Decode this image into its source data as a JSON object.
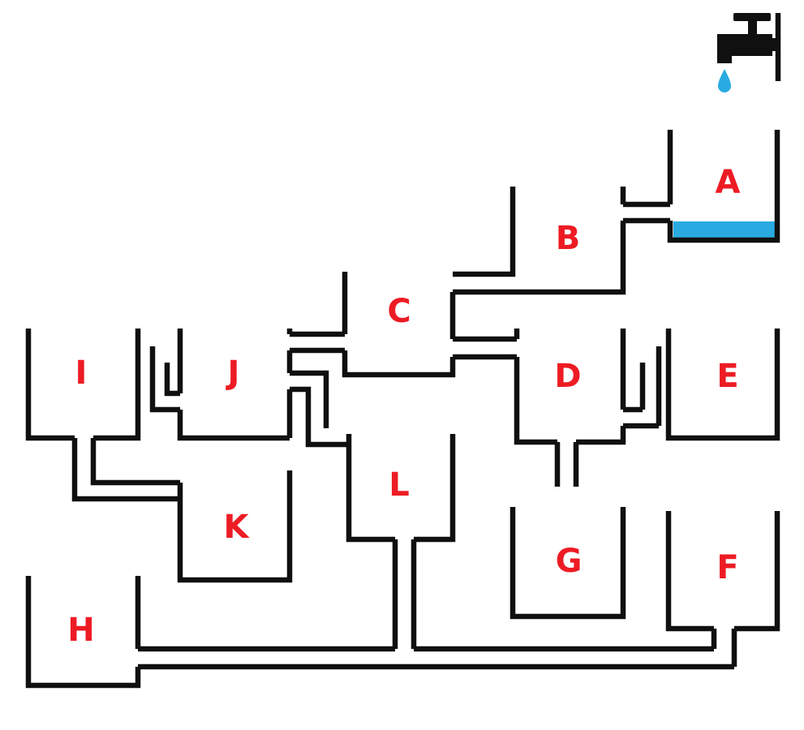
{
  "colors": {
    "line": "#101010",
    "label": "#ed1c24",
    "water": "#29abe2",
    "background": "#ffffff"
  },
  "tap": {
    "icon": "faucet-icon",
    "drip_icon": "water-drop-icon",
    "pours_into": "A"
  },
  "water": {
    "filled_container": "A"
  },
  "containers": [
    {
      "id": "A",
      "label": "A",
      "has_water": true
    },
    {
      "id": "B",
      "label": "B",
      "has_water": false
    },
    {
      "id": "C",
      "label": "C",
      "has_water": false
    },
    {
      "id": "D",
      "label": "D",
      "has_water": false
    },
    {
      "id": "E",
      "label": "E",
      "has_water": false
    },
    {
      "id": "F",
      "label": "F",
      "has_water": false
    },
    {
      "id": "G",
      "label": "G",
      "has_water": false
    },
    {
      "id": "H",
      "label": "H",
      "has_water": false
    },
    {
      "id": "I",
      "label": "I",
      "has_water": false
    },
    {
      "id": "J",
      "label": "J",
      "has_water": false
    },
    {
      "id": "K",
      "label": "K",
      "has_water": false
    },
    {
      "id": "L",
      "label": "L",
      "has_water": false
    }
  ]
}
